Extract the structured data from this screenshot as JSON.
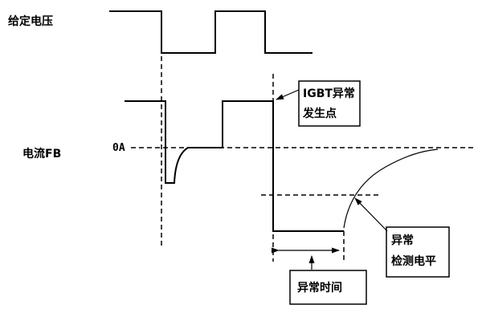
{
  "labels": {
    "given_voltage": "给定电压",
    "current_fb": "电流FB",
    "zero_current": "0A",
    "igbt_fault_line1": "IGBT异常",
    "igbt_fault_line2": "发生点",
    "detect_level_line1": "异常",
    "detect_level_line2": "检测电平",
    "fault_time": "异常时间"
  },
  "colors": {
    "stroke": "#000000",
    "background": "#ffffff"
  }
}
